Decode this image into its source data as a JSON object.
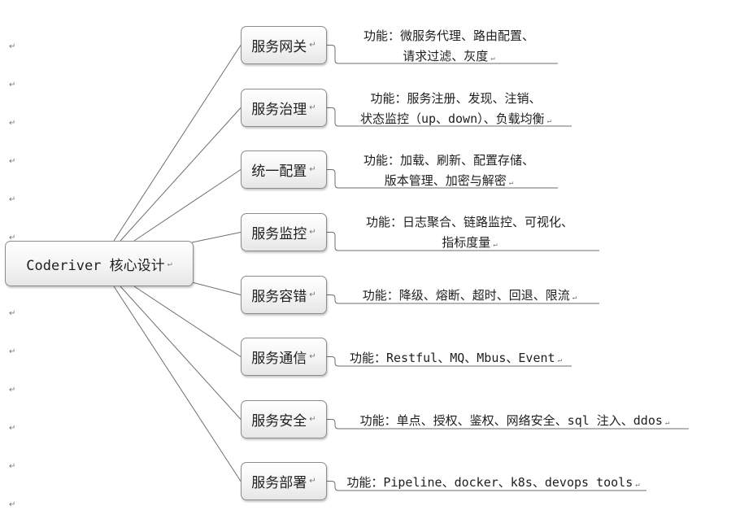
{
  "root": {
    "label": "Coderiver 核心设计"
  },
  "paragraph_mark": "↵",
  "branches": [
    {
      "label": "服务网关",
      "detail_lines": [
        "功能：微服务代理、路由配置、",
        "请求过滤、灰度"
      ]
    },
    {
      "label": "服务治理",
      "detail_lines": [
        "功能：服务注册、发现、注销、",
        "状态监控（up、down）、负载均衡"
      ]
    },
    {
      "label": "统一配置",
      "detail_lines": [
        "功能：加载、刷新、配置存储、",
        "版本管理、加密与解密"
      ]
    },
    {
      "label": "服务监控",
      "detail_lines": [
        "功能：日志聚合、链路监控、可视化、",
        "指标度量"
      ]
    },
    {
      "label": "服务容错",
      "detail_lines": [
        "功能：降级、熔断、超时、回退、限流"
      ]
    },
    {
      "label": "服务通信",
      "detail_lines": [
        "功能：Restful、MQ、Mbus、Event"
      ]
    },
    {
      "label": "服务安全",
      "detail_lines": [
        "功能：单点、授权、鉴权、网络安全、sql 注入、ddos"
      ]
    },
    {
      "label": "服务部署",
      "detail_lines": [
        "功能：Pipeline、docker、k8s、devops tools"
      ]
    }
  ]
}
